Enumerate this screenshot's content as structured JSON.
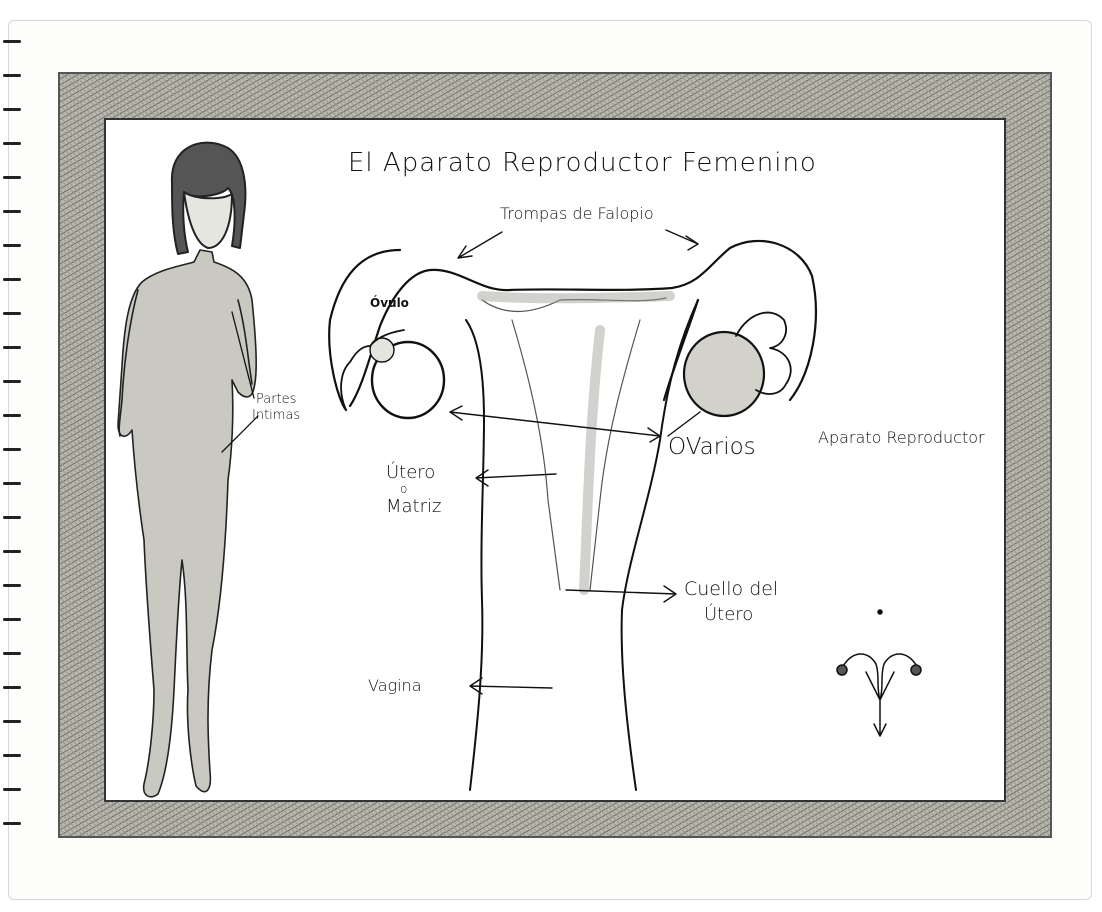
{
  "title": "El Aparato Reproductor Femenino",
  "labels": {
    "fallopian_tubes": "Trompas de Falopio",
    "ovule": "Óvulo",
    "intimate_parts_line1": "Partes",
    "intimate_parts_line2": "Intimas",
    "ovaries": "OVarios",
    "uterus_line1": "Útero",
    "uterus_line2": "o",
    "uterus_line3": "Matriz",
    "cervix_line1": "Cuello del",
    "cervix_line2": "Útero",
    "vagina": "Vagina",
    "small_diagram_caption": "Aparato Reproductor"
  },
  "colors": {
    "ink": "#111111",
    "frame_shading": "#8d8d86",
    "paper": "#fdfdfb"
  }
}
